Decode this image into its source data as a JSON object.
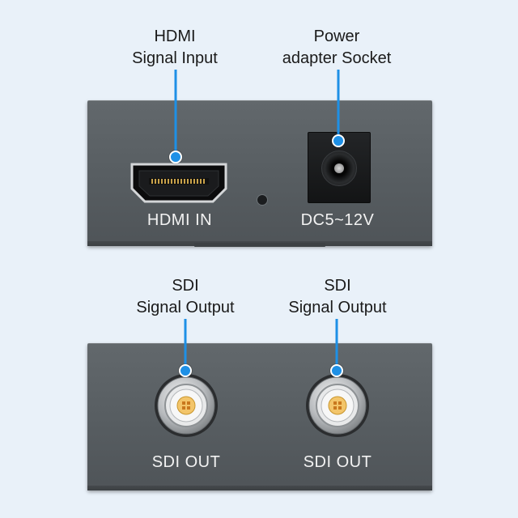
{
  "callouts": {
    "hdmi_input": {
      "line1": "HDMI",
      "line2": "Signal Input"
    },
    "power": {
      "line1": "Power",
      "line2": "adapter Socket"
    },
    "sdi_output_left": {
      "line1": "SDI",
      "line2": "Signal Output"
    },
    "sdi_output_right": {
      "line1": "SDI",
      "line2": "Signal Output"
    }
  },
  "ports": {
    "hdmi_in": "HDMI IN",
    "dc_in": "DC5~12V",
    "sdi_out_1": "SDI OUT",
    "sdi_out_2": "SDI OUT"
  },
  "colors": {
    "background": "#e9f1f9",
    "accent": "#1e90e6",
    "panel": "#5c6266",
    "label": "#f2f2f2"
  }
}
